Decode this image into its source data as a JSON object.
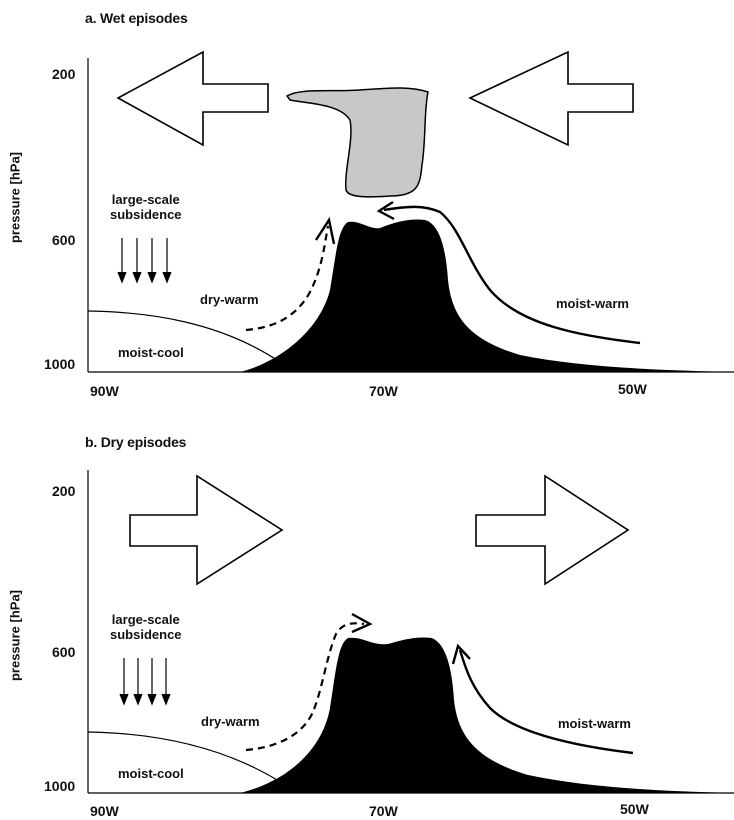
{
  "axes": {
    "ylabel": "pressure [hPa]",
    "yticks": [
      "200",
      "600",
      "1000"
    ],
    "xticks": [
      "90W",
      "70W",
      "50W"
    ]
  },
  "panels": [
    {
      "title": "a. Wet episodes",
      "subsidence": "large-scale\nsubsidence",
      "dry_warm": "dry-warm",
      "moist_cool": "moist-cool",
      "moist_warm": "moist-warm",
      "upper_flow_direction": "westward",
      "cloud": "present"
    },
    {
      "title": "b. Dry episodes",
      "subsidence": "large-scale\nsubsidence",
      "dry_warm": "dry-warm",
      "moist_cool": "moist-cool",
      "moist_warm": "moist-warm",
      "upper_flow_direction": "eastward",
      "cloud": "absent"
    }
  ],
  "colors": {
    "mountain": "#000000",
    "cloud": "#c8c8c8",
    "arrow_fill": "#ffffff"
  }
}
